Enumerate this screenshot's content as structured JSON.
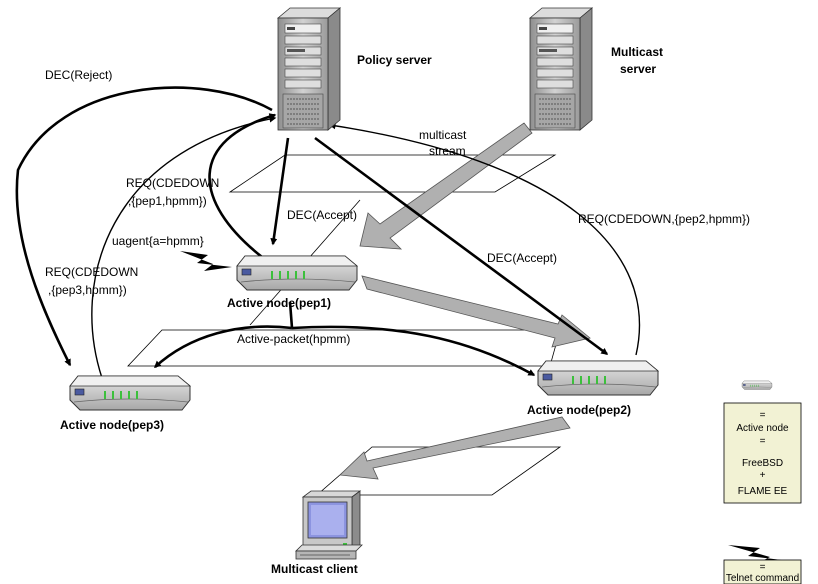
{
  "nodes": {
    "policy_server": "Policy server",
    "multicast_server_line1": "Multicast",
    "multicast_server_line2": "server",
    "pep1": "Active node(pep1)",
    "pep2": "Active node(pep2)",
    "pep3": "Active node(pep3)",
    "client": "Multicast client"
  },
  "edges": {
    "dec_reject": "DEC(Reject)",
    "multicast_stream_line1": "multicast",
    "multicast_stream_line2": "stream",
    "req_pep1_line1": "REQ(CDEDOWN",
    "req_pep1_line2": ",{pep1,hpmm})",
    "dec_accept_1": "DEC(Accept)",
    "dec_accept_2": "DEC(Accept)",
    "req_pep2": "REQ(CDEDOWN,{pep2,hpmm})",
    "uagent": "uagent{a=hpmm}",
    "req_pep3_line1": "REQ(CDEDOWN",
    "req_pep3_line2": ",{pep3,hpmm})",
    "active_packet": "Active-packet(hpmm)"
  },
  "legend": {
    "node_box": [
      "=",
      "Active node",
      "=",
      "FreeBSD",
      "+",
      "FLAME EE"
    ],
    "telnet_box": [
      "=",
      "Telnet command"
    ]
  },
  "colors": {
    "fat_arrow_fill": "#b0b0b0",
    "fat_arrow_stroke": "#555555",
    "legend_fill": "#f2f2d4",
    "server_body": "#bdbdbd",
    "node_led": "#3cc03c",
    "screen": "#8c94e0"
  }
}
